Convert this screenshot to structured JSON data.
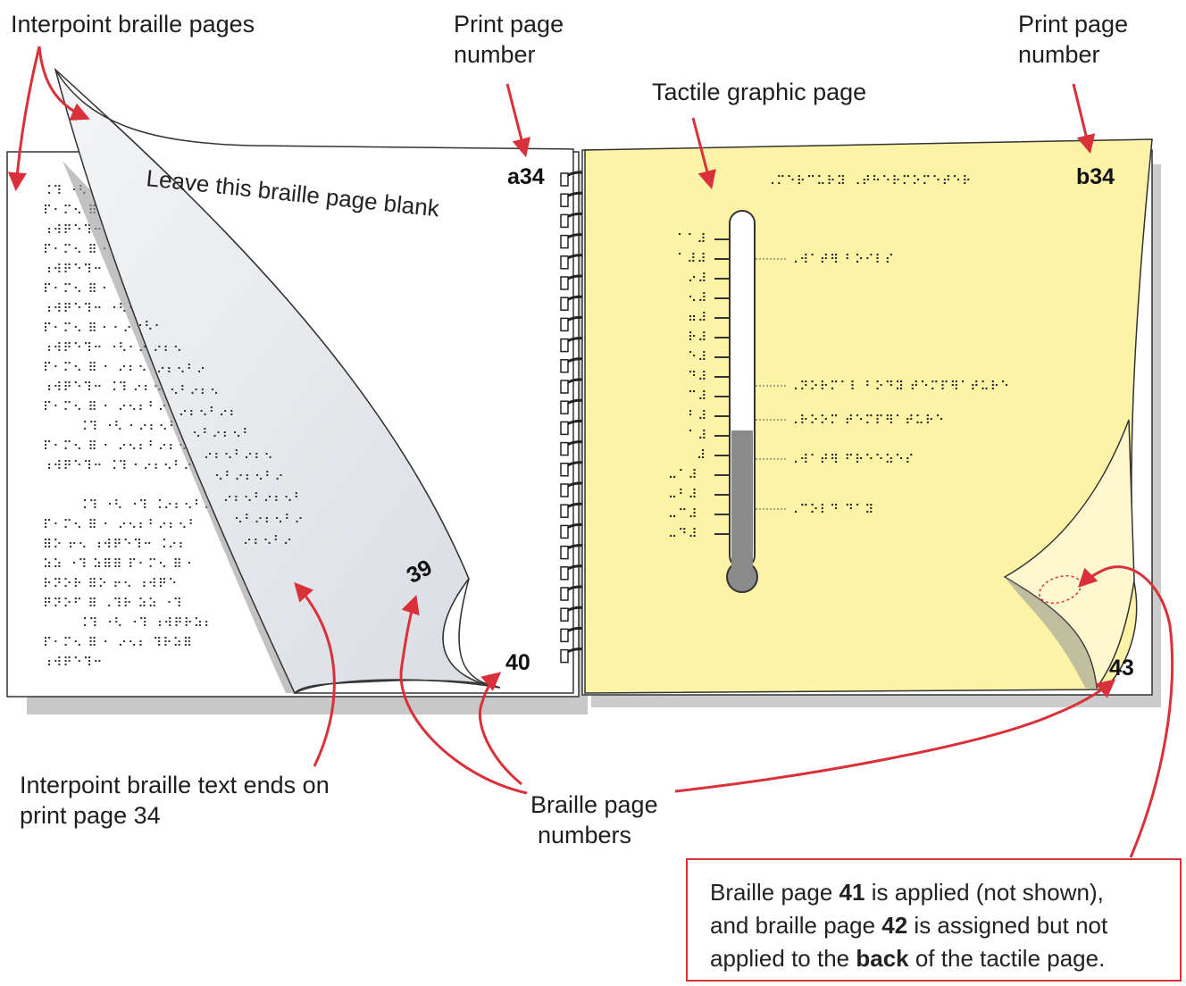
{
  "labels": {
    "interpoint_pages": "Interpoint braille pages",
    "print_page_left_1": "Print page",
    "print_page_left_2": "number",
    "print_page_right_1": "Print page",
    "print_page_right_2": "number",
    "tactile_graphic_page": "Tactile graphic page",
    "interpoint_text_ends_1": "Interpoint braille text ends on",
    "interpoint_text_ends_2": "print page 34",
    "braille_page_numbers_1": "Braille page",
    "braille_page_numbers_2": "numbers",
    "leave_blank": "Leave this braille page blank"
  },
  "page_numbers": {
    "a34": "a34",
    "b34": "b34",
    "p39": "39",
    "p40": "40",
    "p43": "43"
  },
  "note": {
    "line1_a": "Braille page ",
    "line1_b": "41",
    "line1_c": " is applied (not shown),",
    "line2_a": "and braille page ",
    "line2_b": "42",
    "line2_c": " is assigned but not",
    "line3_a": "applied to the ",
    "line3_b": "back",
    "line3_c": " of the tactile page."
  },
  "colors": {
    "arrow": "#d9303a",
    "tactile_page": "#fdf3a7",
    "flip_page": "#e6e8ec",
    "shadow": "#9a9a9a",
    "thermometer_fill": "#8a8a8a"
  }
}
